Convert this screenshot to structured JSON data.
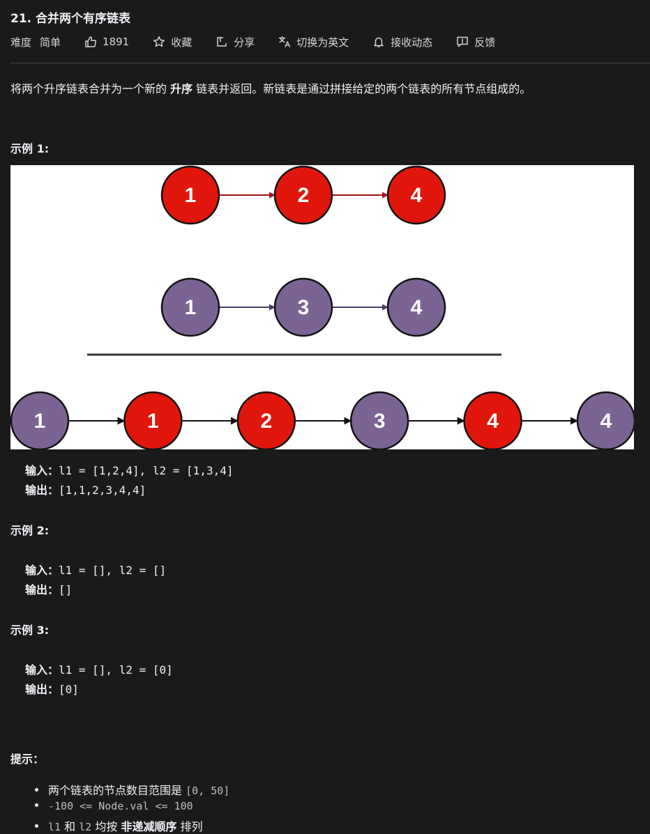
{
  "problem": {
    "title": "21. 合并两个有序链表",
    "difficulty_label": "难度",
    "difficulty": "简单",
    "likes": "1891",
    "favorite_label": "收藏",
    "share_label": "分享",
    "switch_lang_label": "切换为英文",
    "notify_label": "接收动态",
    "feedback_label": "反馈"
  },
  "description": {
    "before": "将两个升序链表合并为一个新的 ",
    "emphasis": "升序",
    "after": " 链表并返回。新链表是通过拼接给定的两个链表的所有节点组成的。"
  },
  "examples": [
    {
      "title": "示例 1:",
      "input_label": "输入：",
      "input": "l1 = [1,2,4], l2 = [1,3,4]",
      "output_label": "输出：",
      "output": "[1,1,2,3,4,4]"
    },
    {
      "title": "示例 2:",
      "input_label": "输入：",
      "input": "l1 = [], l2 = []",
      "output_label": "输出：",
      "output": "[]"
    },
    {
      "title": "示例 3:",
      "input_label": "输入：",
      "input": "l1 = [], l2 = [0]",
      "output_label": "输出：",
      "output": "[0]"
    }
  ],
  "figure": {
    "colors": {
      "red": "#e0160c",
      "purple": "#7b6494",
      "red_arrow": "#a3121b",
      "purple_arrow": "#4b3b6a",
      "black": "#111111"
    },
    "list1": [
      {
        "value": "1",
        "color": "red"
      },
      {
        "value": "2",
        "color": "red"
      },
      {
        "value": "4",
        "color": "red"
      }
    ],
    "list2": [
      {
        "value": "1",
        "color": "purple"
      },
      {
        "value": "3",
        "color": "purple"
      },
      {
        "value": "4",
        "color": "purple"
      }
    ],
    "merged": [
      {
        "value": "1",
        "color": "purple"
      },
      {
        "value": "1",
        "color": "red"
      },
      {
        "value": "2",
        "color": "red"
      },
      {
        "value": "3",
        "color": "purple"
      },
      {
        "value": "4",
        "color": "red"
      },
      {
        "value": "4",
        "color": "purple"
      }
    ]
  },
  "hints": {
    "title": "提示：",
    "items": [
      {
        "text": "两个链表的节点数目范围是 ",
        "code": "[0, 50]"
      },
      {
        "code": "-100 <= Node.val <= 100"
      },
      {
        "code1": "l1",
        "mid1": " 和 ",
        "code2": "l2",
        "mid2": " 均按 ",
        "strong": "非递减顺序",
        "end": " 排列"
      }
    ]
  }
}
